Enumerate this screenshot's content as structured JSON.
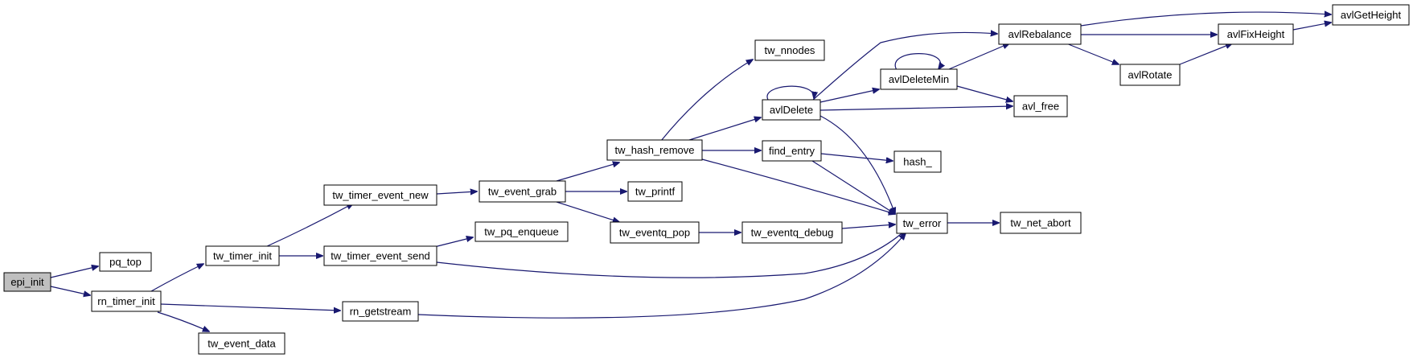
{
  "graph": {
    "root": "epi_init",
    "edge_color": "#191970",
    "root_fill": "#bfbfbf",
    "nodes": [
      {
        "id": "epi_init",
        "label": "epi_init"
      },
      {
        "id": "pq_top",
        "label": "pq_top"
      },
      {
        "id": "rn_timer_init",
        "label": "rn_timer_init"
      },
      {
        "id": "tw_timer_init",
        "label": "tw_timer_init"
      },
      {
        "id": "rn_getstream",
        "label": "rn_getstream"
      },
      {
        "id": "tw_event_data",
        "label": "tw_event_data"
      },
      {
        "id": "tw_timer_event_new",
        "label": "tw_timer_event_new"
      },
      {
        "id": "tw_timer_event_send",
        "label": "tw_timer_event_send"
      },
      {
        "id": "tw_event_grab",
        "label": "tw_event_grab"
      },
      {
        "id": "tw_pq_enqueue",
        "label": "tw_pq_enqueue"
      },
      {
        "id": "tw_hash_remove",
        "label": "tw_hash_remove"
      },
      {
        "id": "tw_printf",
        "label": "tw_printf"
      },
      {
        "id": "tw_eventq_pop",
        "label": "tw_eventq_pop"
      },
      {
        "id": "tw_nnodes",
        "label": "tw_nnodes"
      },
      {
        "id": "avlDelete",
        "label": "avlDelete"
      },
      {
        "id": "find_entry",
        "label": "find_entry"
      },
      {
        "id": "tw_eventq_debug",
        "label": "tw_eventq_debug"
      },
      {
        "id": "avlDeleteMin",
        "label": "avlDeleteMin"
      },
      {
        "id": "hash_",
        "label": "hash_"
      },
      {
        "id": "tw_error",
        "label": "tw_error"
      },
      {
        "id": "avlRebalance",
        "label": "avlRebalance"
      },
      {
        "id": "avl_free",
        "label": "avl_free"
      },
      {
        "id": "tw_net_abort",
        "label": "tw_net_abort"
      },
      {
        "id": "avlRotate",
        "label": "avlRotate"
      },
      {
        "id": "avlFixHeight",
        "label": "avlFixHeight"
      },
      {
        "id": "avlGetHeight",
        "label": "avlGetHeight"
      }
    ],
    "edges": [
      [
        "epi_init",
        "pq_top"
      ],
      [
        "epi_init",
        "rn_timer_init"
      ],
      [
        "rn_timer_init",
        "tw_timer_init"
      ],
      [
        "rn_timer_init",
        "rn_getstream"
      ],
      [
        "rn_timer_init",
        "tw_event_data"
      ],
      [
        "tw_timer_init",
        "tw_timer_event_new"
      ],
      [
        "tw_timer_init",
        "tw_timer_event_send"
      ],
      [
        "tw_timer_event_new",
        "tw_event_grab"
      ],
      [
        "tw_timer_event_send",
        "tw_pq_enqueue"
      ],
      [
        "tw_timer_event_send",
        "tw_error"
      ],
      [
        "rn_getstream",
        "tw_error"
      ],
      [
        "tw_event_grab",
        "tw_hash_remove"
      ],
      [
        "tw_event_grab",
        "tw_printf"
      ],
      [
        "tw_event_grab",
        "tw_eventq_pop"
      ],
      [
        "tw_hash_remove",
        "tw_nnodes"
      ],
      [
        "tw_hash_remove",
        "avlDelete"
      ],
      [
        "tw_hash_remove",
        "find_entry"
      ],
      [
        "tw_hash_remove",
        "tw_error"
      ],
      [
        "tw_eventq_pop",
        "tw_eventq_debug"
      ],
      [
        "tw_eventq_debug",
        "tw_error"
      ],
      [
        "avlDelete",
        "avlDelete"
      ],
      [
        "avlDelete",
        "avlRebalance"
      ],
      [
        "avlDelete",
        "avlDeleteMin"
      ],
      [
        "avlDelete",
        "avl_free"
      ],
      [
        "avlDelete",
        "tw_error"
      ],
      [
        "find_entry",
        "hash_"
      ],
      [
        "find_entry",
        "tw_error"
      ],
      [
        "avlDeleteMin",
        "avlDeleteMin"
      ],
      [
        "avlDeleteMin",
        "avlRebalance"
      ],
      [
        "avlDeleteMin",
        "avl_free"
      ],
      [
        "tw_error",
        "tw_net_abort"
      ],
      [
        "avlRebalance",
        "avlGetHeight"
      ],
      [
        "avlRebalance",
        "avlFixHeight"
      ],
      [
        "avlRebalance",
        "avlRotate"
      ],
      [
        "avlRotate",
        "avlFixHeight"
      ],
      [
        "avlFixHeight",
        "avlGetHeight"
      ]
    ]
  }
}
